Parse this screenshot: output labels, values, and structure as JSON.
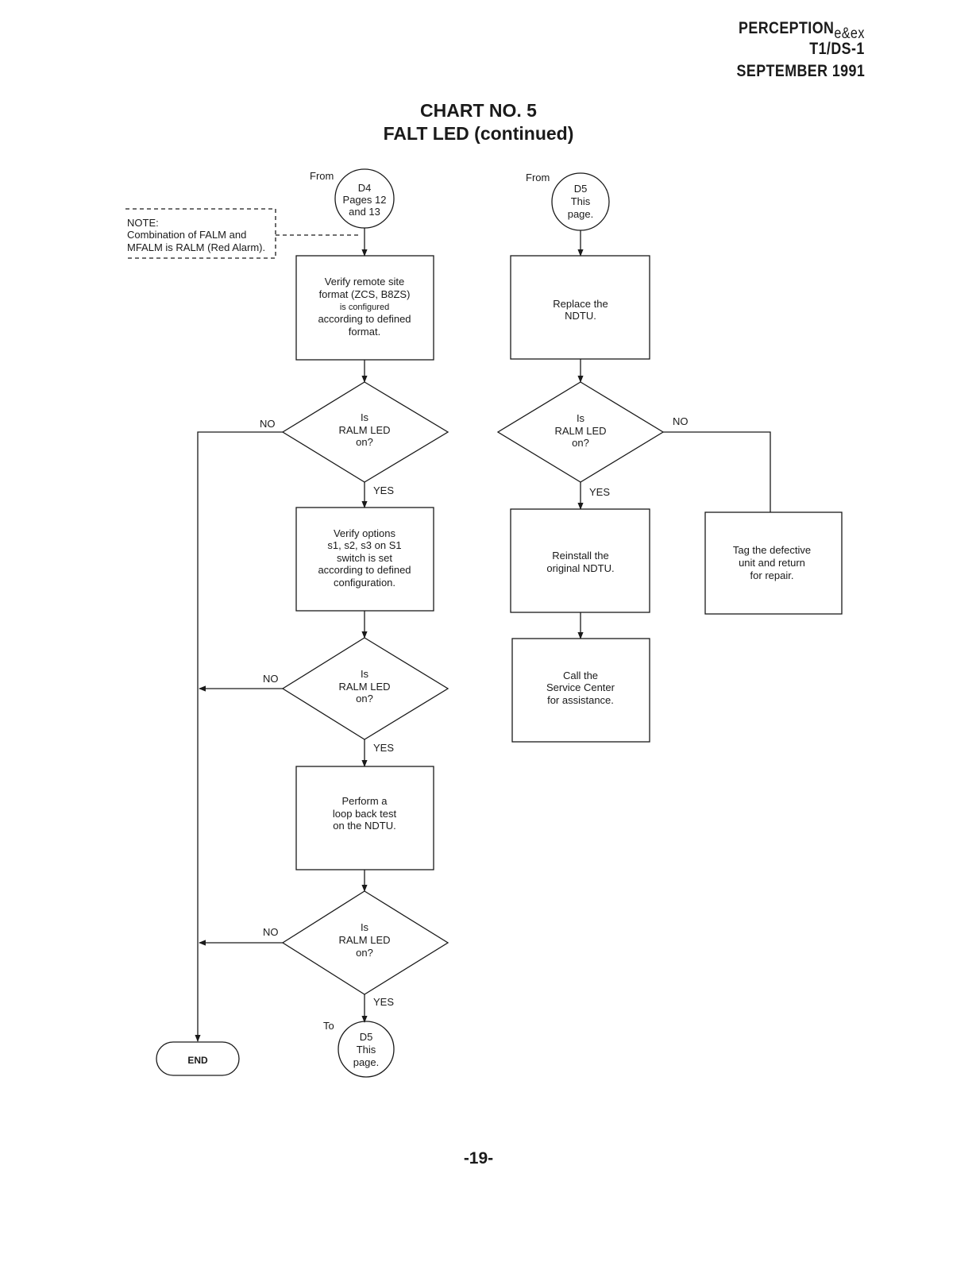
{
  "header": {
    "product": "PERCEPTION",
    "product_suffix": "e&ex",
    "line2": "T1/DS-1",
    "line3": "SEPTEMBER 1991"
  },
  "title": {
    "line1": "CHART NO. 5",
    "line2": "FALT LED (continued)"
  },
  "note": {
    "heading": "NOTE:",
    "line1": "Combination of FALM and",
    "line2": "MFALM is RALM (Red Alarm)."
  },
  "left": {
    "from_label": "From",
    "connector_in": [
      "D4",
      "Pages 12",
      "and 13"
    ],
    "box1": [
      "Verify remote site",
      "format (ZCS, B8ZS)",
      "is configured",
      "according to defined",
      "format."
    ],
    "decision1": [
      "Is",
      "RALM LED",
      "on?"
    ],
    "box2": [
      "Verify options",
      "s1, s2, s3 on S1",
      "switch is set",
      "according to defined",
      "configuration."
    ],
    "decision2": [
      "Is",
      "RALM LED",
      "on?"
    ],
    "box3": [
      "Perform a",
      "loop back test",
      "on the NDTU."
    ],
    "decision3": [
      "Is",
      "RALM LED",
      "on?"
    ],
    "to_label": "To",
    "connector_out": [
      "D5",
      "This",
      "page."
    ],
    "end_label": "END"
  },
  "right": {
    "from_label": "From",
    "connector_in": [
      "D5",
      "This",
      "page."
    ],
    "box1": [
      "Replace the",
      "NDTU."
    ],
    "decision1": [
      "Is",
      "RALM LED",
      "on?"
    ],
    "box2": [
      "Reinstall the",
      "original NDTU."
    ],
    "box3": [
      "Call the",
      "Service Center",
      "for assistance."
    ],
    "box_tag": [
      "Tag the defective",
      "unit and return",
      "for repair."
    ]
  },
  "labels": {
    "yes": "YES",
    "no": "NO"
  },
  "page_number": "-19-"
}
